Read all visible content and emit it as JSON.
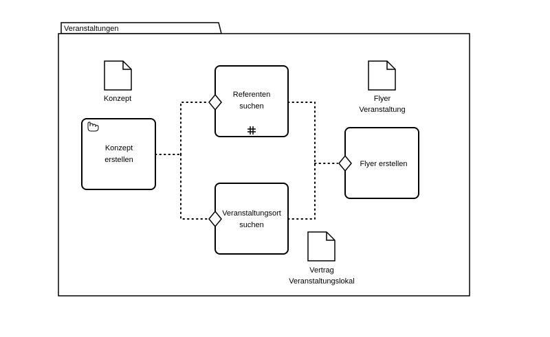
{
  "package": {
    "label": "Veranstaltungen"
  },
  "tasks": {
    "konzept_erstellen": {
      "line1": "Konzept",
      "line2": "erstellen",
      "marker_icon": "hand-icon"
    },
    "referenten_suchen": {
      "line1": "Referenten",
      "line2": "suchen",
      "marker_icon": "hash-icon"
    },
    "veranstaltungsort_suchen": {
      "line1": "Veranstaltungsort",
      "line2": "suchen"
    },
    "flyer_erstellen": {
      "line1": "Flyer erstellen"
    }
  },
  "documents": {
    "konzept": {
      "line1": "Konzept"
    },
    "flyer_veranstaltung": {
      "line1": "Flyer",
      "line2": "Veranstaltung"
    },
    "vertrag": {
      "line1": "Vertrag",
      "line2": "Veranstaltungslokal"
    }
  },
  "colors": {
    "stroke": "#000000",
    "fill": "#ffffff"
  }
}
